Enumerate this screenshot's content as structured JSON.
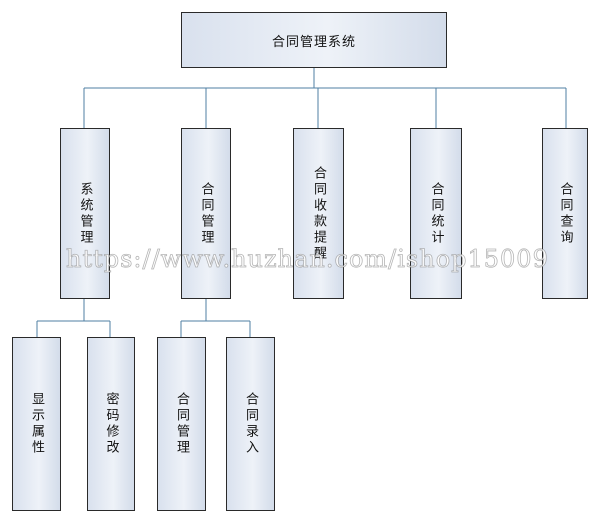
{
  "root": {
    "label": "合同管理系统"
  },
  "modules": [
    {
      "label": "系统管理"
    },
    {
      "label": "合同管理"
    },
    {
      "label": "合同收款提醒"
    },
    {
      "label": "合同统计"
    },
    {
      "label": "合同查询"
    }
  ],
  "sub_modules": {
    "system": [
      {
        "label": "显示属性"
      },
      {
        "label": "密码修改"
      }
    ],
    "contract": [
      {
        "label": "合同管理"
      },
      {
        "label": "合同录入"
      }
    ]
  },
  "watermark": {
    "text": "https://www.huzhan.com/ishop15009"
  },
  "colors": {
    "line": "#4f7fa3",
    "border": "#2a2a2a",
    "fill": "#e4eaf3"
  }
}
